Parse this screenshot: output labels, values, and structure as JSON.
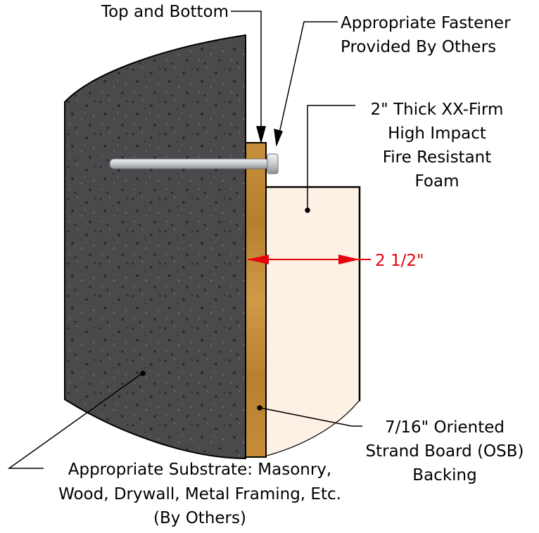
{
  "labels": {
    "top_bottom": "Top and Bottom",
    "fastener_line1": "Appropriate Fastener",
    "fastener_line2": "Provided By Others",
    "foam_line1": "2\" Thick XX-Firm",
    "foam_line2": "High Impact",
    "foam_line3": "Fire Resistant",
    "foam_line4": "Foam",
    "dimension": "2 1/2\"",
    "osb_line1": "7/16\" Oriented",
    "osb_line2": "Strand Board (OSB)",
    "osb_line3": "Backing",
    "substrate_line1": "Appropriate Substrate: Masonry,",
    "substrate_line2": "Wood, Drywall, Metal Framing, Etc.",
    "substrate_line3": "(By Others)"
  },
  "colors": {
    "substrate": "#4a4a4c",
    "osb": "#c8903a",
    "foam": "#fdf1e6",
    "dimension": "#e8000b",
    "fastener": "#cfd3d6"
  }
}
